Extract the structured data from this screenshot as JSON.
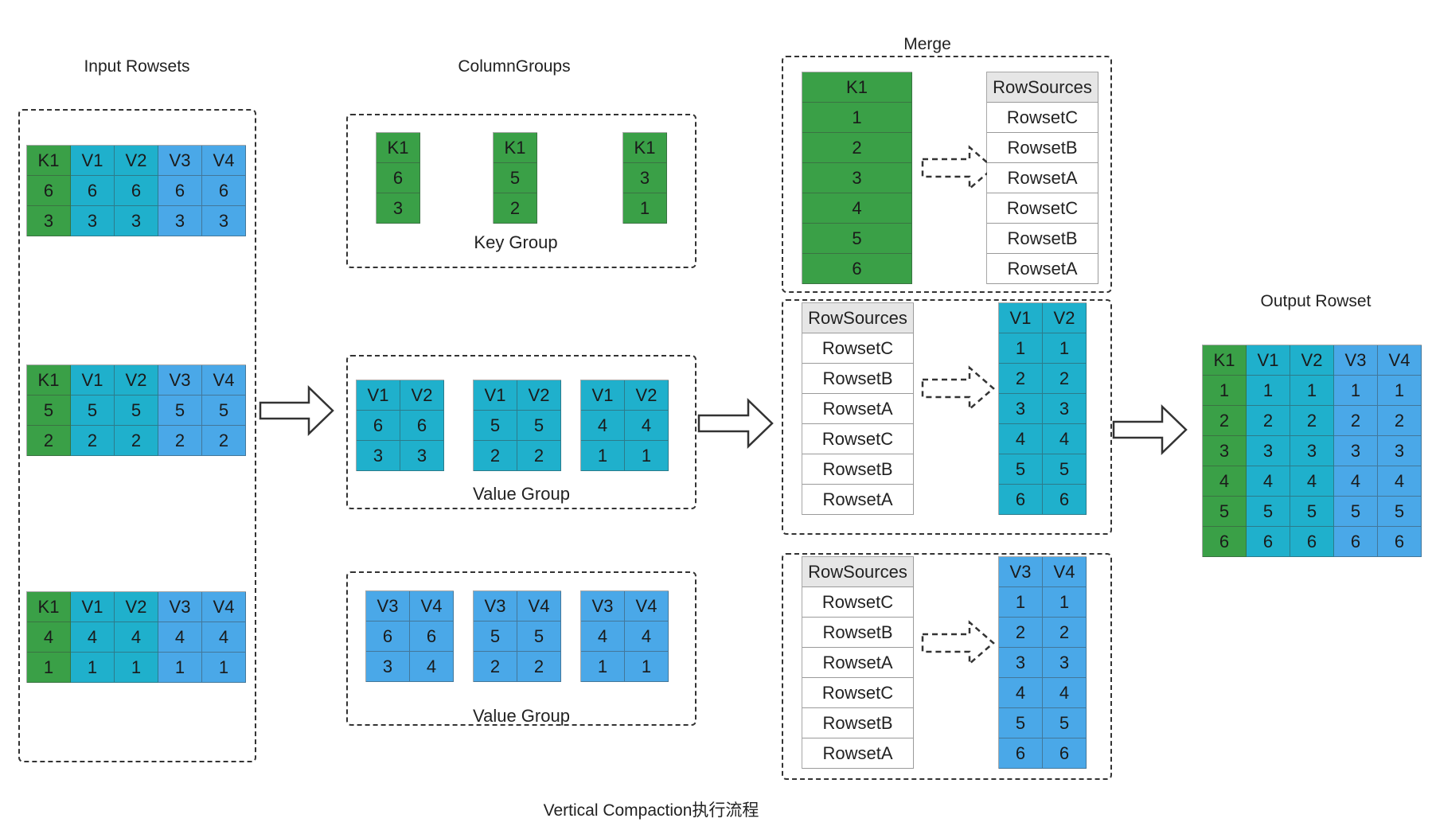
{
  "titles": {
    "input": "Input Rowsets",
    "column_groups": "ColumnGroups",
    "merge": "Merge",
    "output": "Output Rowset",
    "caption": "Vertical Compaction执行流程"
  },
  "group_labels": {
    "key": "Key Group",
    "value1": "Value Group",
    "value2": "Value Group"
  },
  "headers": {
    "full": [
      "K1",
      "V1",
      "V2",
      "V3",
      "V4"
    ],
    "key": [
      "K1"
    ],
    "v12": [
      "V1",
      "V2"
    ],
    "v34": [
      "V3",
      "V4"
    ],
    "row_sources": "RowSources"
  },
  "input_rowsets": [
    {
      "rows": [
        [
          "6",
          "6",
          "6",
          "6",
          "6"
        ],
        [
          "3",
          "3",
          "3",
          "3",
          "3"
        ]
      ]
    },
    {
      "rows": [
        [
          "5",
          "5",
          "5",
          "5",
          "5"
        ],
        [
          "2",
          "2",
          "2",
          "2",
          "2"
        ]
      ]
    },
    {
      "rows": [
        [
          "4",
          "4",
          "4",
          "4",
          "4"
        ],
        [
          "1",
          "1",
          "1",
          "1",
          "1"
        ]
      ]
    }
  ],
  "key_group": [
    [
      "6",
      "3"
    ],
    [
      "5",
      "2"
    ],
    [
      "3",
      "1"
    ]
  ],
  "value_group_12": [
    [
      [
        "6",
        "6"
      ],
      [
        "3",
        "3"
      ]
    ],
    [
      [
        "5",
        "5"
      ],
      [
        "2",
        "2"
      ]
    ],
    [
      [
        "4",
        "4"
      ],
      [
        "1",
        "1"
      ]
    ]
  ],
  "value_group_34": [
    [
      [
        "6",
        "6"
      ],
      [
        "3",
        "4"
      ]
    ],
    [
      [
        "5",
        "5"
      ],
      [
        "2",
        "2"
      ]
    ],
    [
      [
        "4",
        "4"
      ],
      [
        "1",
        "1"
      ]
    ]
  ],
  "merge_keys": [
    "1",
    "2",
    "3",
    "4",
    "5",
    "6"
  ],
  "row_sources": [
    "RowsetC",
    "RowsetB",
    "RowsetA",
    "RowsetC",
    "RowsetB",
    "RowsetA"
  ],
  "merged_v12": [
    [
      "1",
      "1"
    ],
    [
      "2",
      "2"
    ],
    [
      "3",
      "3"
    ],
    [
      "4",
      "4"
    ],
    [
      "5",
      "5"
    ],
    [
      "6",
      "6"
    ]
  ],
  "merged_v34": [
    [
      "1",
      "1"
    ],
    [
      "2",
      "2"
    ],
    [
      "3",
      "3"
    ],
    [
      "4",
      "4"
    ],
    [
      "5",
      "5"
    ],
    [
      "6",
      "6"
    ]
  ],
  "output_rows": [
    [
      "1",
      "1",
      "1",
      "1",
      "1"
    ],
    [
      "2",
      "2",
      "2",
      "2",
      "2"
    ],
    [
      "3",
      "3",
      "3",
      "3",
      "3"
    ],
    [
      "4",
      "4",
      "4",
      "4",
      "4"
    ],
    [
      "5",
      "5",
      "5",
      "5",
      "5"
    ],
    [
      "6",
      "6",
      "6",
      "6",
      "6"
    ]
  ],
  "colors": {
    "key": "#3aa047",
    "value_v1_v2": "#1fb0cc",
    "value_v3_v4": "#4aa8e8",
    "row_source_header": "#e6e6e6"
  }
}
